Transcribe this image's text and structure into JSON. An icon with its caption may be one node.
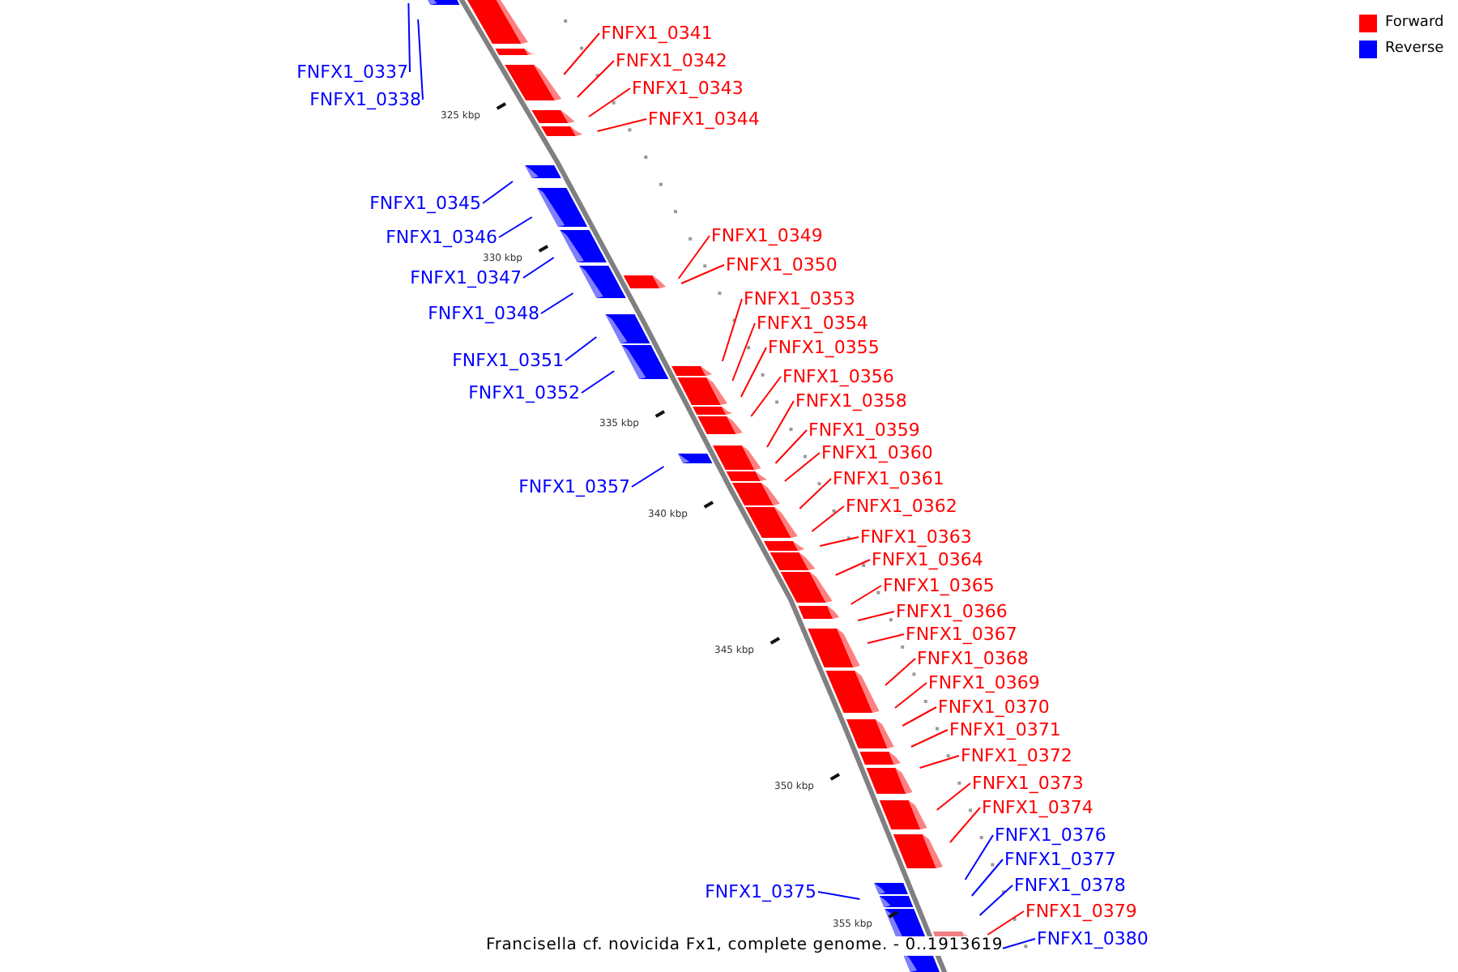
{
  "diagram": {
    "caption": "Francisella cf. novicida Fx1, complete genome. - 0..1913619",
    "nodes": [
      {
        "text": [
          "FNFX1_0337"
        ]
      },
      {
        "text": [
          "FNFX1_0338"
        ]
      },
      {
        "text": [
          "FNFX1_0341"
        ]
      },
      {
        "text": [
          "FNFX1_0342"
        ]
      },
      {
        "text": [
          "FNFX1_0343"
        ]
      },
      {
        "text": [
          "FNFX1_0344"
        ]
      },
      {
        "text": [
          "FNFX1_0345"
        ]
      },
      {
        "text": [
          "FNFX1_0346"
        ]
      },
      {
        "text": [
          "FNFX1_0347"
        ]
      },
      {
        "text": [
          "FNFX1_0348"
        ]
      },
      {
        "text": [
          "FNFX1_0349"
        ]
      },
      {
        "text": [
          "FNFX1_0350"
        ]
      },
      {
        "text": [
          "FNFX1_0351"
        ]
      },
      {
        "text": [
          "FNFX1_0352"
        ]
      },
      {
        "text": [
          "FNFX1_0353"
        ]
      },
      {
        "text": [
          "FNFX1_0354"
        ]
      },
      {
        "text": [
          "FNFX1_0355"
        ]
      },
      {
        "text": [
          "FNFX1_0356"
        ]
      },
      {
        "text": [
          "FNFX1_0357"
        ]
      },
      {
        "text": [
          "FNFX1_0358"
        ]
      },
      {
        "text": [
          "FNFX1_0359"
        ]
      },
      {
        "text": [
          "FNFX1_0360"
        ]
      },
      {
        "text": [
          "FNFX1_0361"
        ]
      },
      {
        "text": [
          "FNFX1_0362"
        ]
      },
      {
        "text": [
          "FNFX1_0363"
        ]
      },
      {
        "text": [
          "FNFX1_0364"
        ]
      },
      {
        "text": [
          "FNFX1_0365"
        ]
      },
      {
        "text": [
          "FNFX1_0366"
        ]
      },
      {
        "text": [
          "FNFX1_0367"
        ]
      },
      {
        "text": [
          "FNFX1_0368"
        ]
      },
      {
        "text": [
          "FNFX1_0369"
        ]
      },
      {
        "text": [
          "FNFX1_0370"
        ]
      },
      {
        "text": [
          "FNFX1_0371"
        ]
      },
      {
        "text": [
          "FNFX1_0372"
        ]
      },
      {
        "text": [
          "FNFX1_0373"
        ]
      },
      {
        "text": [
          "FNFX1_0374"
        ]
      },
      {
        "text": [
          "FNFX1_0375"
        ]
      },
      {
        "text": [
          "FNFX1_0376"
        ]
      },
      {
        "text": [
          "FNFX1_0377"
        ]
      },
      {
        "text": [
          "FNFX1_0378"
        ]
      },
      {
        "text": [
          "FNFX1_0379"
        ]
      },
      {
        "text": [
          "FNFX1_0380"
        ]
      }
    ],
    "edges": [
      {
        "from": 0,
        "to": null,
        "arrow": "none",
        "color": "#0000ff"
      },
      {
        "from": 1,
        "to": null,
        "arrow": "none",
        "color": "#0000ff"
      },
      {
        "from": 2,
        "to": null,
        "arrow": "none"
      },
      {
        "from": 3,
        "to": null,
        "arrow": "none"
      },
      {
        "from": 4,
        "to": null,
        "arrow": "none"
      },
      {
        "from": 5,
        "to": null,
        "arrow": "none"
      },
      {
        "from": 6,
        "to": null,
        "arrow": "none",
        "color": "#0000ff"
      },
      {
        "from": 7,
        "to": null,
        "arrow": "none",
        "color": "#0000ff"
      },
      {
        "from": 8,
        "to": null,
        "arrow": "none",
        "color": "#0000ff"
      },
      {
        "from": 9,
        "to": null,
        "arrow": "none",
        "color": "#0000ff"
      },
      {
        "from": 10,
        "to": null,
        "arrow": "none"
      },
      {
        "from": 11,
        "to": null,
        "arrow": "none"
      },
      {
        "from": 12,
        "to": null,
        "arrow": "none",
        "color": "#0000ff"
      },
      {
        "from": 13,
        "to": null,
        "arrow": "none",
        "color": "#0000ff"
      },
      {
        "from": 14,
        "to": null,
        "arrow": "none"
      },
      {
        "from": 15,
        "to": null,
        "arrow": "none"
      },
      {
        "from": 16,
        "to": null,
        "arrow": "none"
      },
      {
        "from": 17,
        "to": null,
        "arrow": "none"
      },
      {
        "from": 18,
        "to": null,
        "arrow": "none",
        "color": "#0000ff"
      },
      {
        "from": 19,
        "to": null,
        "arrow": "none"
      },
      {
        "from": 20,
        "to": null,
        "arrow": "none"
      },
      {
        "from": 21,
        "to": null,
        "arrow": "none"
      },
      {
        "from": 22,
        "to": null,
        "arrow": "none"
      },
      {
        "from": 23,
        "to": null,
        "arrow": "none"
      },
      {
        "from": 24,
        "to": null,
        "arrow": "none"
      },
      {
        "from": 25,
        "to": null,
        "arrow": "none"
      },
      {
        "from": 26,
        "to": null,
        "arrow": "none"
      },
      {
        "from": 27,
        "to": null,
        "arrow": "none"
      },
      {
        "from": 28,
        "to": null,
        "arrow": "none"
      },
      {
        "from": 29,
        "to": null,
        "arrow": "none"
      },
      {
        "from": 30,
        "to": null,
        "arrow": "none"
      },
      {
        "from": 31,
        "to": null,
        "arrow": "none"
      },
      {
        "from": 32,
        "to": null,
        "arrow": "none"
      },
      {
        "from": 33,
        "to": null,
        "arrow": "none"
      },
      {
        "from": 34,
        "to": null,
        "arrow": "none"
      },
      {
        "from": 35,
        "to": null,
        "arrow": "none"
      },
      {
        "from": 36,
        "to": null,
        "arrow": "none",
        "color": "#0000ff"
      },
      {
        "from": 37,
        "to": null,
        "arrow": "none",
        "color": "#0000ff"
      },
      {
        "from": 38,
        "to": null,
        "arrow": "none",
        "color": "#0000ff"
      },
      {
        "from": 39,
        "to": null,
        "arrow": "none",
        "color": "#0000ff"
      },
      {
        "from": 40,
        "to": null,
        "arrow": "none"
      },
      {
        "from": 41,
        "to": null,
        "arrow": "none",
        "color": "#0000ff"
      }
    ],
    "labels": [
      "325 kbp",
      "330 kbp",
      "335 kbp",
      "340 kbp",
      "345 kbp",
      "350 kbp",
      "355 kbp"
    ],
    "legend": [
      {
        "text": "Forward",
        "color": "#ff0000"
      },
      {
        "text": "Reverse",
        "color": "#0000ff"
      }
    ]
  }
}
